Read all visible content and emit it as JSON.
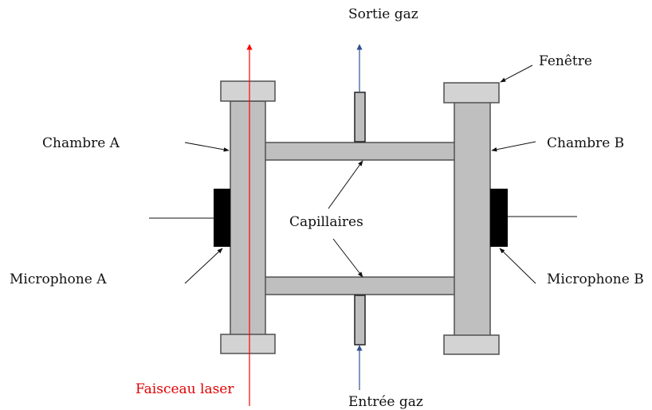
{
  "labels": {
    "sortie_gaz": "Sortie gaz",
    "entree_gaz": "Entrée gaz",
    "fenetre": "Fenêtre",
    "chambre_a": "Chambre A",
    "chambre_b": "Chambre B",
    "capillaires": "Capillaires",
    "microphone_a": "Microphone A",
    "microphone_b": "Microphone B",
    "faisceau_laser": "Faisceau laser"
  },
  "colors": {
    "tube_fill": "#bfbfbf",
    "window_fill": "#d3d3d3",
    "outline": "#505050",
    "microphone": "#000000",
    "gas_arrow": "#2f4f8f",
    "laser": "#ff0000",
    "text": "#111111"
  }
}
